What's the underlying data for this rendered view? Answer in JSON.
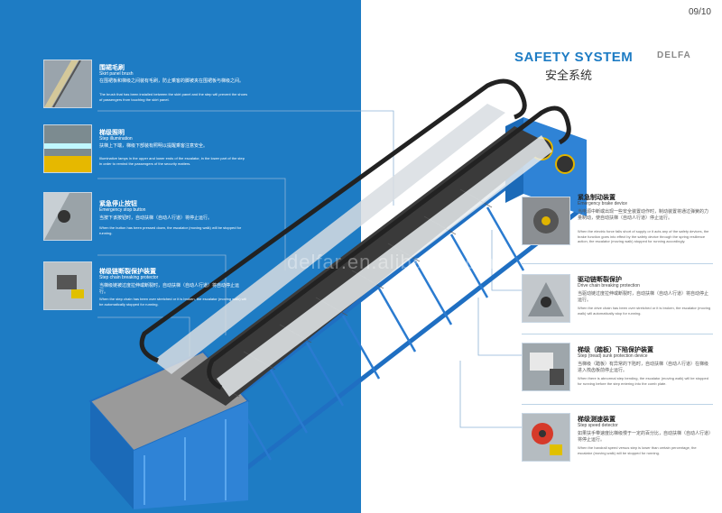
{
  "header": {
    "page_number": "09/10",
    "logo_text": "DELFAR",
    "title_en": "SAFETY SYSTEM",
    "title_cn": "安全系统"
  },
  "watermark": "delfar.en.alibaba.com",
  "colors": {
    "brand_blue": "#1e7cc4",
    "frame_blue": "#1f6fc2",
    "handrail": "#222222"
  },
  "features_left": [
    {
      "title_cn": "围裙毛刷",
      "title_en": "Skirt panel brush",
      "desc_cn": "在围裙板和梯级之间装有毛刷，防止乘客的脚被夹在围裙板与梯级之间。",
      "desc_en": "The brush that has been installed between the skirt panel and the step will prevent the shoes of passengers from touching the skirt panel.",
      "icon": "brush-icon"
    },
    {
      "title_cn": "梯级照明",
      "title_en": "Step illumination",
      "desc_cn": "扶梯上下端，梯级下部装有照明以提醒乘客注意安全。",
      "desc_en": "Illuminative lamps in the upper and lower ends of the escalator, in the lower part of the step in order to remind the passengers of the security matters.",
      "icon": "lamp-icon"
    },
    {
      "title_cn": "紧急停止按钮",
      "title_en": "Emergency stop button",
      "desc_cn": "当按下该按钮时，自动扶梯（自动人行道）将停止运行。",
      "desc_en": "When the button has been pressed down, the escalator (moving walk) will be stopped for running.",
      "icon": "stop-button-icon"
    },
    {
      "title_cn": "梯级链断裂保护装置",
      "title_en": "Step chain breaking protector",
      "desc_cn": "当梯级链被过度拉伸或断裂时，自动扶梯（自动人行道）将自动停止运行。",
      "desc_en": "When the step chain has been over stretched or it is broken, the escalator (moving walk) will be automatically stopped for running.",
      "icon": "chain-icon"
    }
  ],
  "features_right": [
    {
      "title_cn": "紧急制动装置",
      "title_en": "Emergency brake device",
      "desc_cn": "当电源中断或出现一些安全装置动作时，制动装置将通过弹簧的力量制动，使自动扶梯（自动人行道）停止运行。",
      "desc_en": "When the electric force falls short of supply or it acts any of the safety devices, the brake function goes into effect by the safety device through the spring resilience action, the escalator (moving walk) stopped for running accordingly.",
      "icon": "brake-icon"
    },
    {
      "title_cn": "驱动链断裂保护",
      "title_en": "Drive chain breaking protection",
      "desc_cn": "当驱动链过度拉伸或断裂时，自动扶梯（自动人行道）将自动停止运行。",
      "desc_en": "When the drive chain has been over stretched or it is broken, the escalator (moving walk) will automatically stop for running.",
      "icon": "drive-chain-icon"
    },
    {
      "title_cn": "梯级（踏板）下陷保护装置",
      "title_en": "Step (tread) sunk protection device",
      "desc_cn": "当梯级（踏板）有异常的下陷时，自动扶梯（自动人行道）在梯级进入梳齿板前停止运行。",
      "desc_en": "When there is abnormal step bending, the escalator (moving walk) will be stopped for running before the step entering into the comb plate.",
      "icon": "sunk-sensor-icon"
    },
    {
      "title_cn": "梯级测速装置",
      "title_en": "Step speed detector",
      "desc_cn": "如果扶手带速度比梯级慢于一定的百分比，自动扶梯（自动人行道）将停止运行。",
      "desc_en": "When the handrail speed versus step is lower than certain percentage, the escalator (moving walk) will be stopped for running.",
      "icon": "speed-detector-icon"
    }
  ]
}
